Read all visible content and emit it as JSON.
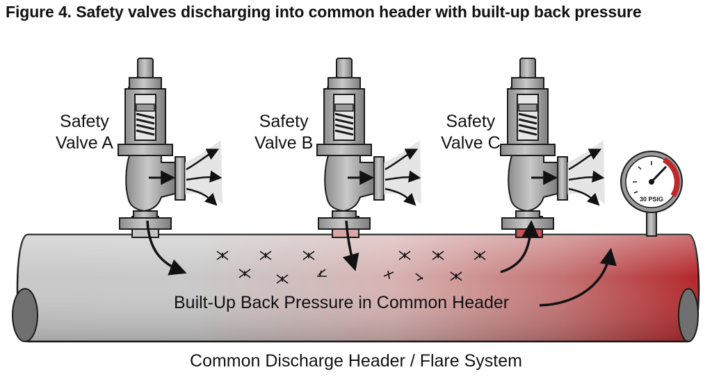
{
  "figure": {
    "title": "Figure 4. Safety valves discharging into common header with built-up back pressure",
    "caption": "Common Discharge Header / Flare System",
    "header_label": "Built-Up Back Pressure in Common Header",
    "gauge_label": "30 PSIG",
    "valves": [
      {
        "line1": "Safety",
        "line2": "Valve A"
      },
      {
        "line1": "Safety",
        "line2": "Valve B"
      },
      {
        "line1": "Safety",
        "line2": "Valve C"
      }
    ]
  },
  "colors": {
    "pipe_gray": "#c4c4c4",
    "back_pressure_red": "#b3262a",
    "outline": "#1a1a1a",
    "gauge_red_zone": "#c0272d"
  }
}
